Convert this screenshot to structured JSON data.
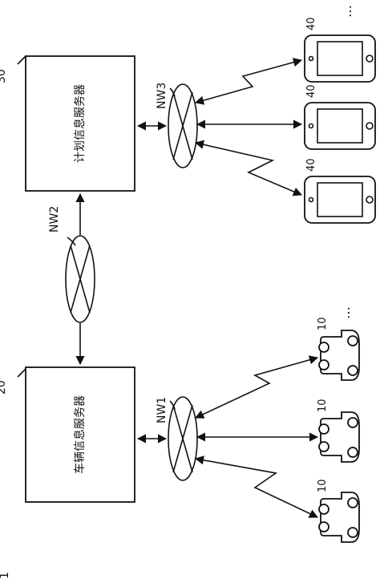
{
  "figure": {
    "figure_number": "1",
    "servers": {
      "vehicle_info": {
        "ref": "20",
        "label": "车辆信息服务器"
      },
      "plan_info": {
        "ref": "30",
        "label": "计划信息服务器"
      }
    },
    "networks": {
      "nw1": "NW1",
      "nw2": "NW2",
      "nw3": "NW3"
    },
    "vehicles": {
      "ref": "10",
      "ellipsis": "…"
    },
    "terminals": {
      "ref": "40",
      "ellipsis": "…"
    }
  }
}
